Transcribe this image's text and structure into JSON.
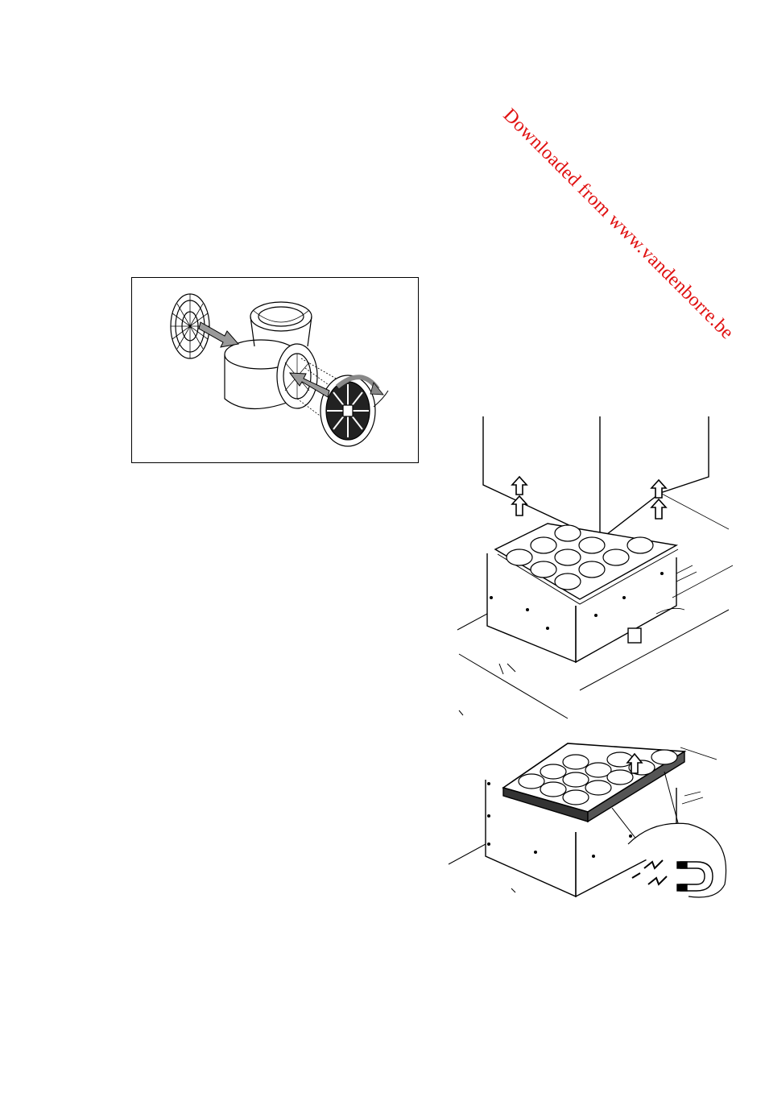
{
  "watermark": {
    "text": "Downloaded from www.vandenborre.be",
    "color": "#e01010"
  },
  "figures": [
    {
      "name": "fan-motor-filter-fitting",
      "icon": "fan-motor-with-charcoal-filters-illustration"
    },
    {
      "name": "hood-chimney-lift-off",
      "icon": "chimney-lift-arrows-illustration"
    },
    {
      "name": "grease-filter-magnetic-removal",
      "icon": "magnetic-grease-filter-illustration"
    }
  ]
}
